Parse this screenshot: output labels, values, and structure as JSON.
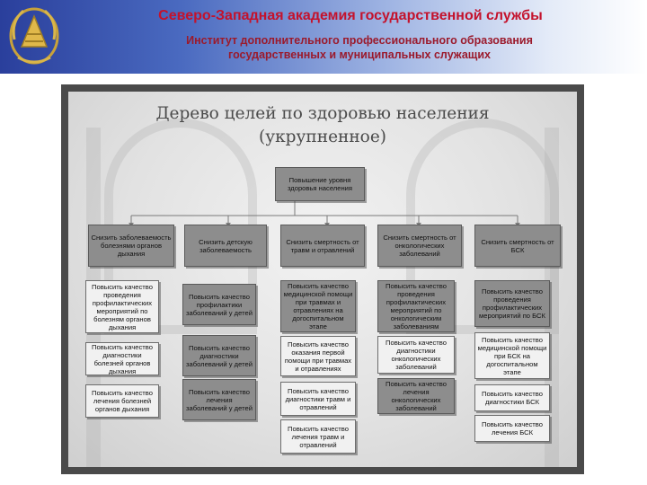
{
  "header": {
    "title": "Северо-Западная академия государственной службы",
    "subtitle_line1": "Институт дополнительного профессионального образования",
    "subtitle_line2": "государственных и муниципальных служащих",
    "logo_icon": "academy-emblem-icon",
    "colors": {
      "title": "#c4122c",
      "band_start": "#2a3f9c",
      "band_end": "#ffffff"
    }
  },
  "slide": {
    "title_line1": "Дерево целей по здоровью населения",
    "title_line2": "(укрупненное)",
    "root": "Повышение уровня здоровья населения",
    "columns": [
      {
        "goal": "Снизить заболеваемость болезнями органов дыхания",
        "tasks": [
          "Повысить качество проведения профилактических мероприятий по болезням органов дыхания",
          "Повысить качество диагностики болезней органов дыхания",
          "Повысить качество лечения болезней органов дыхания"
        ]
      },
      {
        "goal": "Снизить детскую заболеваемость",
        "tasks": [
          "Повысить качество профилактики заболеваний у детей",
          "Повысить качество диагностики заболеваний у детей",
          "Повысить качество лечения заболеваний у детей"
        ]
      },
      {
        "goal": "Снизить смертность от травм и отравлений",
        "tasks": [
          "Повысить качество медицинской помощи при травмах и отравлениях на догоспитальном этапе",
          "Повысить качество оказания первой помощи при травмах и отравлениях",
          "Повысить качество диагностики травм и отравлений",
          "Повысить качество лечения травм и отравлений"
        ]
      },
      {
        "goal": "Снизить смертность от онкологических заболеваний",
        "tasks": [
          "Повысить качество проведения профилактических мероприятий по онкологическим заболеваниям",
          "Повысить качество диагностики онкологических заболеваний",
          "Повысить качество лечения онкологических заболеваний"
        ]
      },
      {
        "goal": "Снизить смертность от БСК",
        "tasks": [
          "Повысить качество проведения профилактических мероприятий по БСК",
          "Повысить качество медицинской помощи при БСК на догоспитальном этапе",
          "Повысить качество диагностики БСК",
          "Повысить качество лечения БСК"
        ]
      }
    ]
  }
}
